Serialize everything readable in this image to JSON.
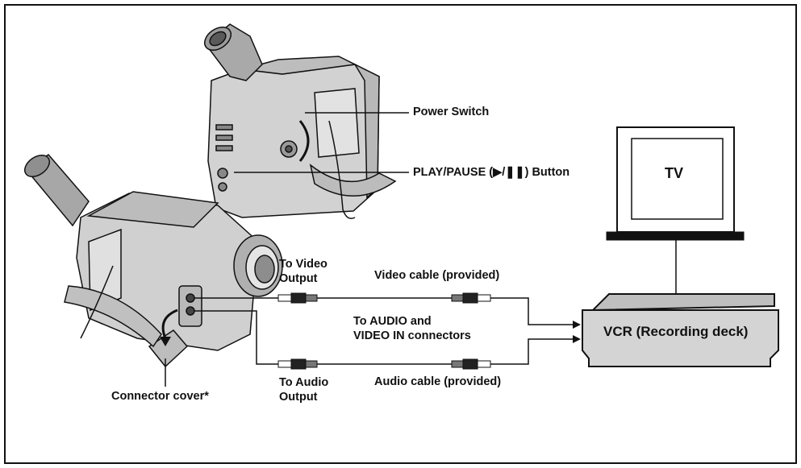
{
  "labels": {
    "power_switch": "Power Switch",
    "play_pause": "PLAY/PAUSE (▶/❚❚) Button",
    "tv": "TV",
    "to_video_output_1": "To Video",
    "to_video_output_2": "Output",
    "video_cable": "Video cable (provided)",
    "to_audio_video_in_1": "To AUDIO and",
    "to_audio_video_in_2": "VIDEO IN connectors",
    "vcr": "VCR (Recording deck)",
    "to_audio_output_1": "To Audio",
    "to_audio_output_2": "Output",
    "audio_cable": "Audio cable (provided)",
    "connector_cover": "Connector cover*"
  },
  "colors": {
    "device_gray": "#c8c8c8",
    "vcr_gray": "#d4d4d4",
    "line": "#111111"
  }
}
